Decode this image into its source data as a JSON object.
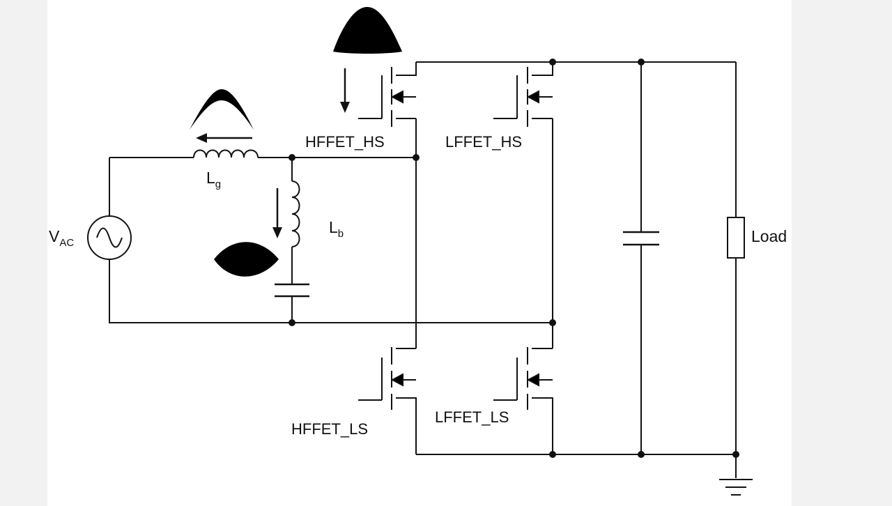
{
  "colors": {
    "background": "#f2f2f2",
    "panel": "#ffffff",
    "wire": "#111111",
    "fill": "#000000"
  },
  "labels": {
    "source_main": "V",
    "source_sub": "AC",
    "lg_main": "L",
    "lg_sub": "g",
    "lb_main": "L",
    "lb_sub": "b",
    "hffet_hs": "HFFET_HS",
    "lffet_hs": "LFFET_HS",
    "hffet_ls": "HFFET_LS",
    "lffet_ls": "LFFET_LS",
    "load": "Load"
  },
  "icons": {
    "source": "ac-voltage-source-icon",
    "ground": "ground-icon",
    "mosfet": "n-mosfet-icon",
    "inductor": "inductor-icon",
    "capacitor": "capacitor-icon",
    "resistor": "resistor-icon"
  }
}
